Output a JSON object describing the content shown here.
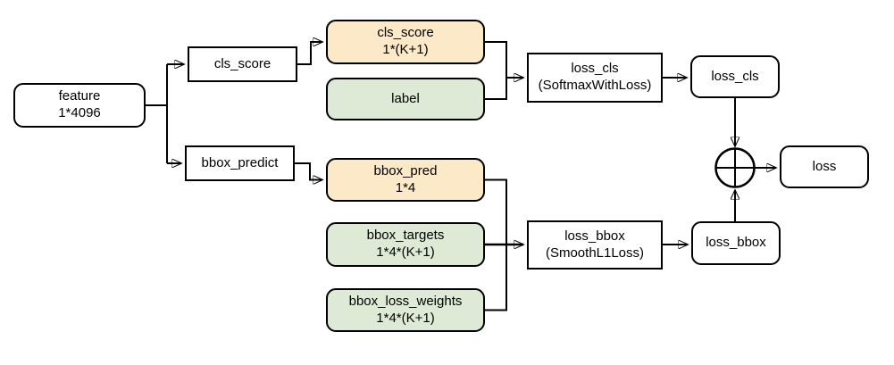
{
  "colors": {
    "node_fill_yellow": "#FCE9C8",
    "node_fill_green": "#DEEAD5",
    "node_fill_white": "#FFFFFF",
    "stroke": "#000000"
  },
  "nodes": {
    "feature": {
      "line1": "feature",
      "line2": "1*4096"
    },
    "cls_score_layer": {
      "line1": "cls_score"
    },
    "cls_score_blob": {
      "line1": "cls_score",
      "line2": "1*(K+1)"
    },
    "label_blob": {
      "line1": "label"
    },
    "loss_cls_layer": {
      "line1": "loss_cls",
      "line2": "(SoftmaxWithLoss)"
    },
    "loss_cls_blob": {
      "line1": "loss_cls"
    },
    "bbox_predict_layer": {
      "line1": "bbox_predict"
    },
    "bbox_pred_blob": {
      "line1": "bbox_pred",
      "line2": "1*4"
    },
    "bbox_targets_blob": {
      "line1": "bbox_targets",
      "line2": "1*4*(K+1)"
    },
    "bbox_loss_weights_blob": {
      "line1": "bbox_loss_weights",
      "line2": "1*4*(K+1)"
    },
    "loss_bbox_layer": {
      "line1": "loss_bbox",
      "line2": "(SmoothL1Loss)"
    },
    "loss_bbox_blob": {
      "line1": "loss_bbox"
    },
    "loss_output": {
      "line1": "loss"
    }
  },
  "operator": {
    "type": "circled-plus"
  }
}
